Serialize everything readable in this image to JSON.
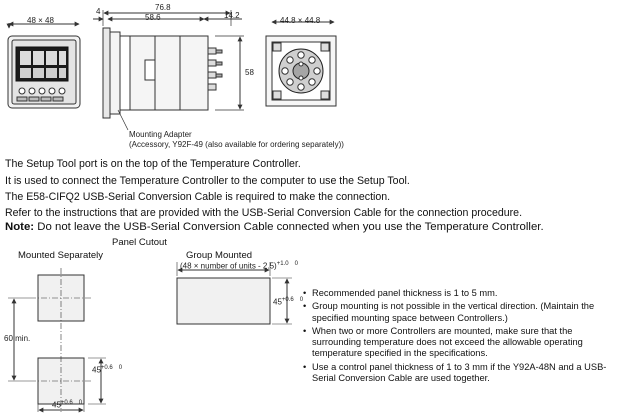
{
  "top_dims": {
    "front_width": "48 × 48",
    "overall_length": "76.8",
    "bezel_thickness": "4",
    "body_length": "58.6",
    "rear_length": "14.2",
    "height": "58",
    "rear_face": "44.8 × 44.8"
  },
  "mounting_adapter": {
    "title": "Mounting Adapter",
    "subtitle": "(Accessory, Y92F-49 (also available for ordering separately))"
  },
  "info_lines": [
    "The Setup Tool port is on the top of the Temperature Controller.",
    "It is used to connect the Temperature Controller to the computer to use the Setup Tool.",
    "The E58-CIFQ2 USB-Serial Conversion Cable is required to make the connection.",
    "Refer to the instructions that are provided with the USB-Serial Conversion Cable for the connection procedure."
  ],
  "note": {
    "label": "Note:",
    "text": "Do not leave the USB-Serial Conversion Cable connected when you use the Temperature Controller."
  },
  "cutout": {
    "title": "Panel Cutout",
    "mounted_separately": "Mounted Separately",
    "group_mounted": "Group Mounted",
    "group_formula": "(48 × number of units - 2.5)",
    "group_formula_tol": "+1.0 0",
    "dim_45": "45",
    "dim_45_tol": "+0.6 0",
    "dim_60": "60 min."
  },
  "bullets": [
    "Recommended panel thickness is 1 to 5 mm.",
    "Group mounting is not possible in the vertical direction. (Maintain the specified mounting space between Controllers.)",
    "When two or more Controllers are mounted, make sure that the surrounding temperature does not exceed the allowable operating temperature specified in the specifications.",
    "Use a control panel thickness of 1 to 3 mm if the Y92A-48N and a USB-Serial Conversion Cable are used together."
  ]
}
